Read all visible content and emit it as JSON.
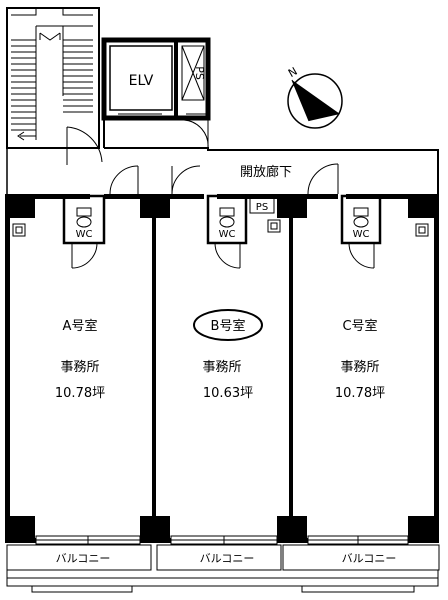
{
  "labels": {
    "elevator": "ELV",
    "pipe_space": "PS",
    "corridor": "開放廊下",
    "toilet": "WC",
    "balcony": "バルコニー"
  },
  "units": [
    {
      "id": "a",
      "room": "A号室",
      "use": "事務所",
      "area": "10.78坪",
      "highlighted": false
    },
    {
      "id": "b",
      "room": "B号室",
      "use": "事務所",
      "area": "10.63坪",
      "highlighted": true
    },
    {
      "id": "c",
      "room": "C号室",
      "use": "事務所",
      "area": "10.78坪",
      "highlighted": false
    }
  ],
  "compass": {
    "north_label": "N"
  },
  "colors": {
    "ink": "#000000",
    "paper": "#ffffff"
  }
}
